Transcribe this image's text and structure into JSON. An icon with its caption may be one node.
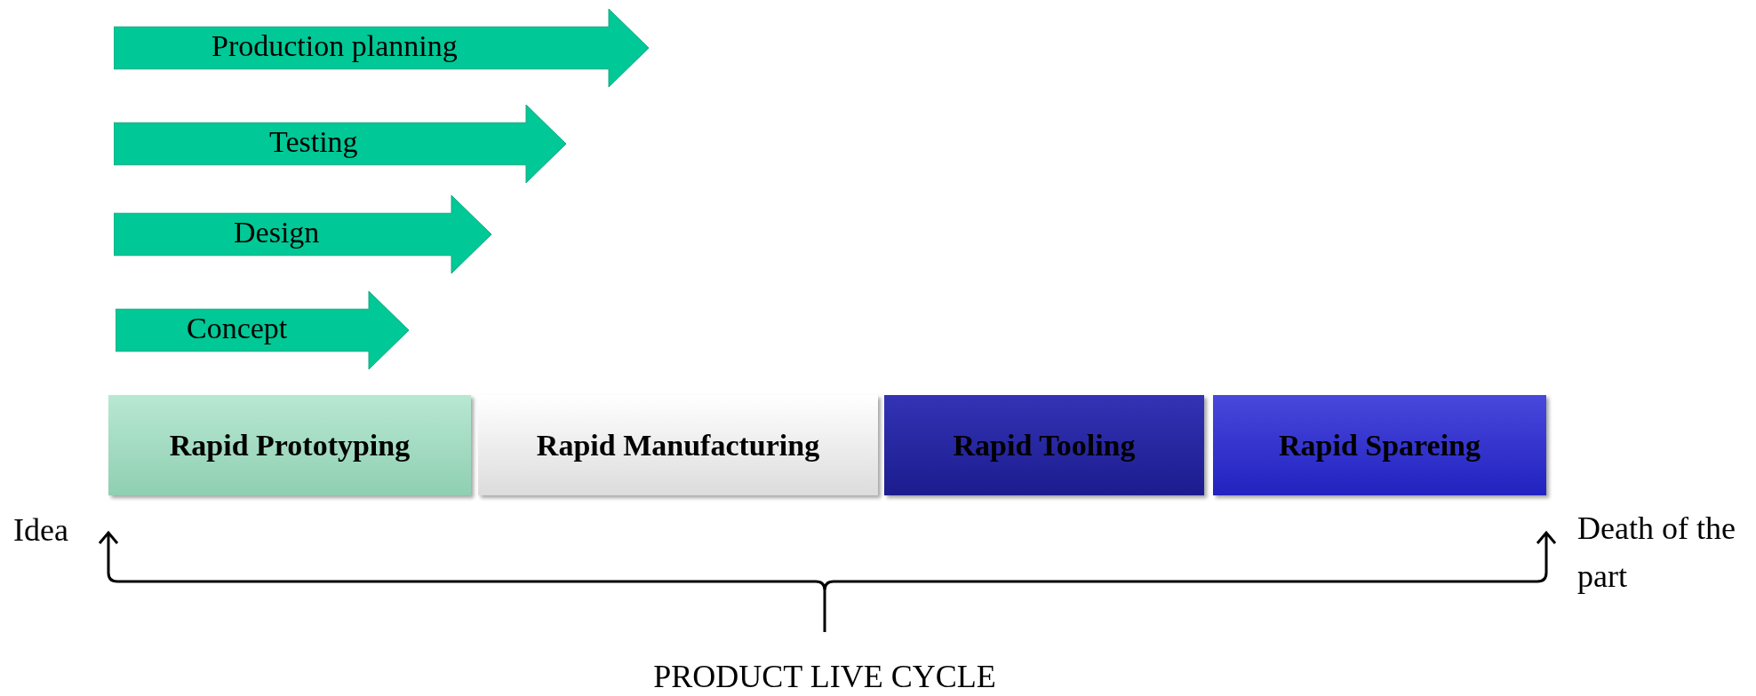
{
  "diagram": {
    "nodes": [
      {
        "text": [
          "Production planning"
        ]
      },
      {
        "text": [
          "Testing"
        ]
      },
      {
        "text": [
          "Design"
        ]
      },
      {
        "text": [
          "Concept"
        ]
      },
      {
        "text": [
          "Rapid Prototyping"
        ]
      },
      {
        "text": [
          "Rapid Manufacturing"
        ]
      },
      {
        "text": [
          "Rapid Tooling"
        ]
      },
      {
        "text": [
          "Rapid Spareing"
        ]
      }
    ],
    "edges": [],
    "labels": [
      "Idea",
      "Death of the part",
      "PRODUCT LIVE CYCLE"
    ]
  }
}
